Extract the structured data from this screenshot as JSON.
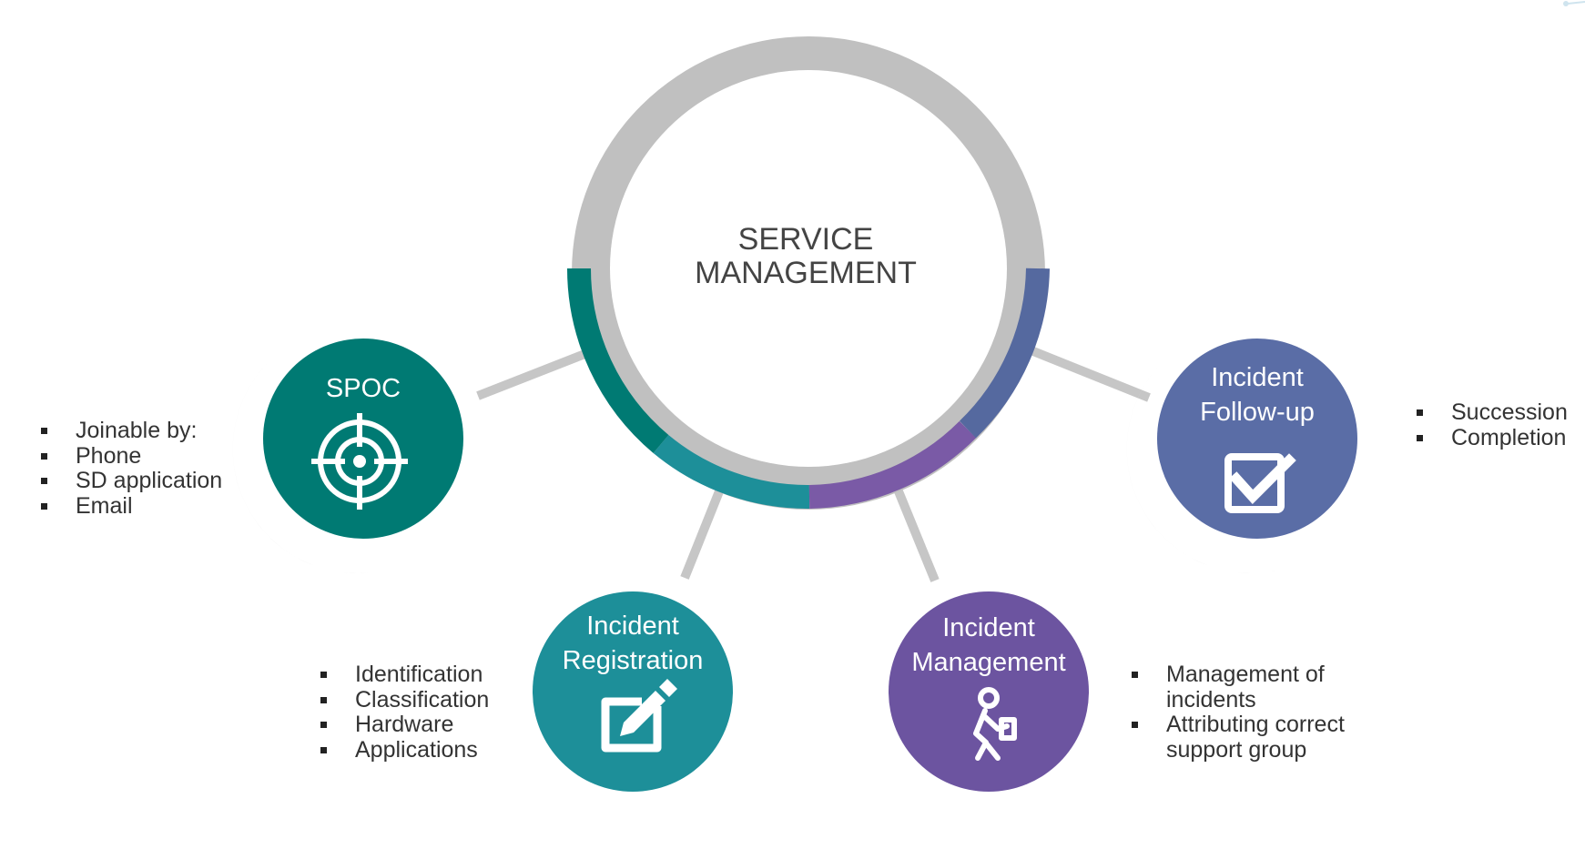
{
  "center": {
    "title_line1": "SERVICE",
    "title_line2": "MANAGEMENT"
  },
  "nodes": {
    "spoc": {
      "title": "SPOC",
      "color": "#007a73",
      "icon": "target-icon",
      "bullets": [
        "Joinable by:",
        "Phone",
        "SD application",
        "Email"
      ]
    },
    "registration": {
      "title_line1": "Incident",
      "title_line2": "Registration",
      "color": "#1d8f99",
      "icon": "edit-icon",
      "bullets": [
        "Identification",
        "Classification",
        "Hardware",
        "Applications"
      ]
    },
    "management": {
      "title_line1": "Incident",
      "title_line2": "Management",
      "color": "#6c54a0",
      "icon": "person-carrying-icon",
      "bullets": [
        "Management of incidents",
        "Attributing correct support group"
      ]
    },
    "followup": {
      "title_line1": "Incident",
      "title_line2": "Follow-up",
      "color": "#5a6da6",
      "icon": "checkbox-icon",
      "bullets": [
        "Succession",
        "Completion"
      ]
    }
  },
  "colors": {
    "ring_gray": "#c0c0c0",
    "connector_gray": "#c6c6c6",
    "arc_teal_dark": "#007a73",
    "arc_teal": "#1d8f99",
    "arc_purple": "#7a5aa6",
    "arc_blue": "#55699f"
  }
}
